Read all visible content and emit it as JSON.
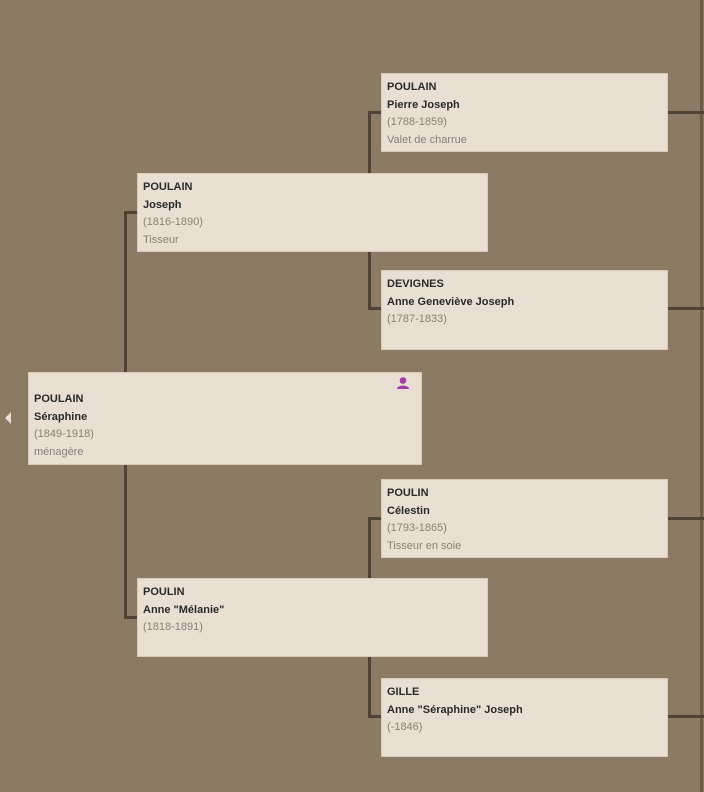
{
  "root": {
    "surname": "POULAIN",
    "given": "Séraphine",
    "dates": "(1849-1918)",
    "occupation": "ménagère",
    "icon": "person-icon",
    "icon_color": "#a13ca8"
  },
  "father": {
    "surname": "POULAIN",
    "given": "Joseph",
    "dates": "(1816-1890)",
    "occupation": "Tisseur"
  },
  "mother": {
    "surname": "POULIN",
    "given": "Anne \"Mélanie\"",
    "dates": "(1818-1891)"
  },
  "paternal_grandfather": {
    "surname": "POULAIN",
    "given": "Pierre Joseph",
    "dates": "(1788-1859)",
    "occupation": "Valet de charrue"
  },
  "paternal_grandmother": {
    "surname": "DEVIGNES",
    "given": "Anne Geneviève Joseph",
    "dates": "(1787-1833)"
  },
  "maternal_grandfather": {
    "surname": "POULIN",
    "given": "Célestin",
    "dates": "(1793-1865)",
    "occupation": "Tisseur en soie"
  },
  "maternal_grandmother": {
    "surname": "GILLE",
    "given": "Anne \"Séraphine\" Joseph",
    "dates": "(-1846)"
  },
  "colors": {
    "background": "#8c7b64",
    "card": "#e9dfd2",
    "connector": "#4e4335"
  }
}
